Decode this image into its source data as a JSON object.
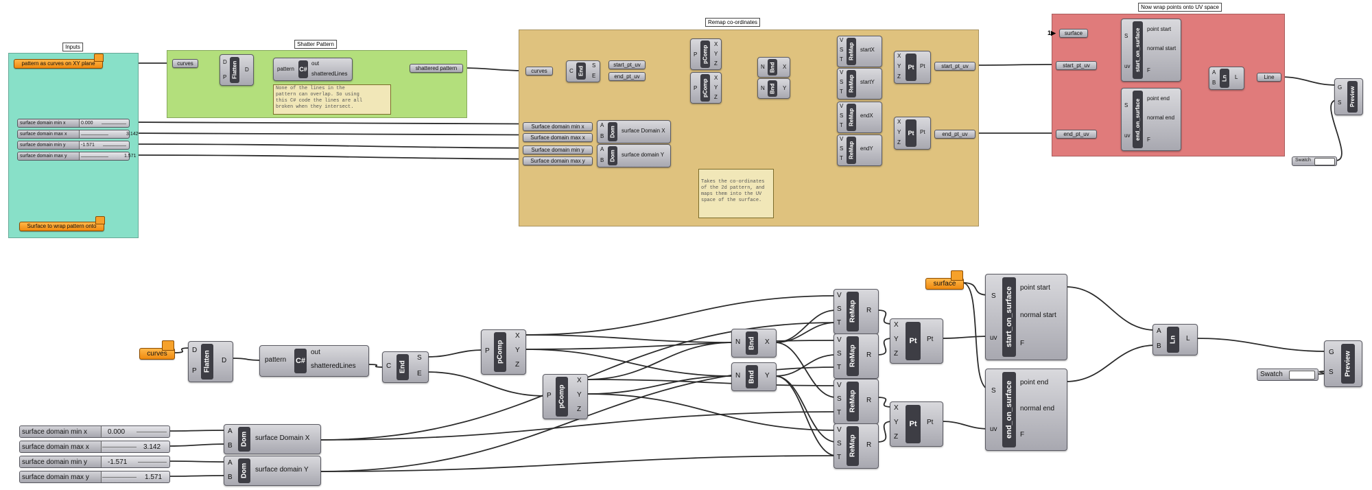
{
  "groups": {
    "inputs": "Inputs",
    "shatter": "Shatter Pattern",
    "remap": "Remap co-ordinates",
    "wrap": "Now wrap points onto UV space"
  },
  "params": {
    "pattern_curves": "pattern as curves on XY plane",
    "surface_to_wrap": "Surface to wrap pattern onto",
    "curves": "curves",
    "shattered_pattern": "shattered pattern",
    "start_pt_uv": "start_pt_uv",
    "end_pt_uv": "end_pt_uv",
    "surface": "surface",
    "line": "Line",
    "surface_domain_min_x": "Surface domain min x",
    "surface_domain_max_x": "Surface domain max x",
    "surface_domain_min_y": "Surface domain min y",
    "surface_domain_max_y": "Surface domain max y",
    "swatch": "Swatch",
    "marker": "1▶"
  },
  "sliders": {
    "min_x_label": "surface domain min x",
    "min_x_value": "0.000",
    "max_x_label": "surface domain max x",
    "max_x_value": "3.142",
    "min_y_label": "surface domain min y",
    "min_y_value": "-1.571",
    "max_y_label": "surface domain max y",
    "max_y_value": "1.571"
  },
  "components": {
    "flatten": "Flatten",
    "csharp": "C#",
    "end": "End",
    "pcomp": "pComp",
    "bnd": "Bnd",
    "remap": "ReMap",
    "pt": "Pt",
    "dom": "Dom",
    "start_on_surface": "start_on_surface",
    "end_on_surface": "end_on_surface",
    "ln": "Ln",
    "preview": "Preview"
  },
  "ports": {
    "D": "D",
    "P": "P",
    "C": "C",
    "S": "S",
    "E": "E",
    "X": "X",
    "Y": "Y",
    "Z": "Z",
    "N": "N",
    "V": "V",
    "T": "T",
    "R": "R",
    "A": "A",
    "B": "B",
    "L": "L",
    "G": "G",
    "F": "F",
    "uv": "uv",
    "Pt": "Pt",
    "pattern": "pattern",
    "out": "out",
    "shatteredLines": "shatteredLines",
    "startX": "startX",
    "startY": "startY",
    "endX": "endX",
    "endY": "endY",
    "surface_domain_x": "surface Domain X",
    "surface_domain_y": "surface domain Y",
    "point_start": "point start",
    "normal_start": "normal start",
    "point_end": "point end",
    "normal_end": "normal end"
  },
  "notes": {
    "csharp_note": "None of the lines in the\npattern can overlap. So using\nthis C# code the lines are all\nbroken when they intersect.",
    "remap_note": "Takes the co-ordinates\nof the 2d pattern, and\nmaps them into the UV\nspace of the surface."
  },
  "colors": {
    "inputs_group": "#88e0c8",
    "shatter_group": "#b3df7c",
    "remap_group": "#dfc27e",
    "wrap_group": "#e07b7b",
    "wire": "#2b2b2b",
    "param_orange": "#f39a25"
  }
}
